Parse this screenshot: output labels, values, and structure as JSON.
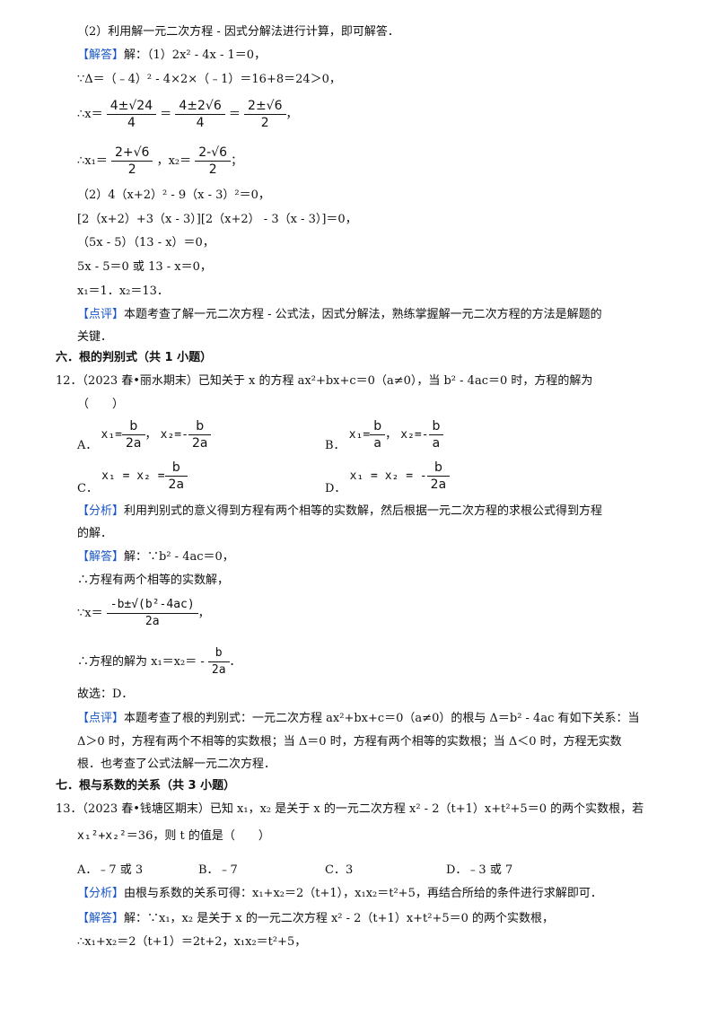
{
  "lines": {
    "l1": "（2）利用解一元二次方程 - 因式分解法进行计算，即可解答．",
    "jieda_tag": "【解答】",
    "dianping_tag": "【点评】",
    "fenxi_tag": "【分析】",
    "jie": "解：",
    "p1_eq": "（1）2x² - 4x - 1＝0，",
    "p1_delta": "∵Δ＝（﹣4）² - 4×2×（﹣1）＝16+8＝24＞0，",
    "p1_x_prefix": "∴x＝",
    "p1_f1_num": "4±√24",
    "p1_f1_den": "4",
    "p1_f2_num": "4±2√6",
    "p1_f2_den": "4",
    "p1_f3_num": "2±√6",
    "p1_f3_den": "2",
    "p1_roots_prefix": "∴x₁＝",
    "p1_r1_num": "2+√6",
    "p1_r1_den": "2",
    "p1_roots_mid": "，x₂＝",
    "p1_r2_num": "2-√6",
    "p1_r2_den": "2",
    "p2_eq": "（2）4（x+2）² - 9（x - 3）²＝0，",
    "p2_fact": "[2（x+2）+3（x - 3）][2（x+2） - 3（x - 3）]＝0，",
    "p2_prod": "（5x - 5）（13 - x）＝0，",
    "p2_split": "5x - 5＝0 或 13 - x＝0，",
    "p2_sol": "x₁＝1．x₂＝13．",
    "c1_text": "本题考查了解一元二次方程 - 公式法，因式分解法，熟练掌握解一元二次方程的方法是解题的",
    "c1_text2": "关键．",
    "sec6": "六．根的判别式（共 1 小题）",
    "q12_a": "12．（2023 春•丽水期末）已知关于 x 的方程 ax²+bx+c＝0（a≠0），当 b² - 4ac＝0 时，方程的解为",
    "q12_b": "（　　）",
    "optA_label": "A．",
    "optB_label": "B．",
    "optC_label": "C．",
    "optD_label": "D．",
    "fx12": "利用判别式的意义得到方程有两个相等的实数解，然后根据一元二次方程的求根公式得到方程",
    "fx12_2": "的解．",
    "j12_1": "解：∵b² - 4ac＝0，",
    "j12_2": "∴方程有两个相等的实数解，",
    "j12_3_prefix": "∵x＝",
    "j12_3_num": "-b±√(b²-4ac)",
    "j12_3_den": "2a",
    "j12_4_prefix": "∴方程的解为 x₁＝x₂＝ -",
    "j12_4_num": "b",
    "j12_4_den": "2a",
    "j12_5": "故选：D．",
    "dp12_1": "本题考查了根的判别式：一元二次方程 ax²+bx+c＝0（a≠0）的根与 Δ＝b² - 4ac 有如下关系：当",
    "dp12_2": "Δ＞0 时，方程有两个不相等的实数根；当 Δ＝0 时，方程有两个相等的实数根；当 Δ＜0 时，方程无实数",
    "dp12_3": "根．也考查了公式法解一元二次方程．",
    "sec7": "七．根与系数的关系（共 3 小题）",
    "q13_a": "13．（2023 春•钱塘区期末）已知 x₁，x₂ 是关于 x 的一元二次方程 x² - 2（t+1）x+t²+5＝0 的两个实数根，若",
    "q13_b_expr": "x₁²+x₂²",
    "q13_b": "＝36，则 t 的值是（　　）",
    "q13_optA": "A．﹣7 或 3",
    "q13_optB": "B．﹣7",
    "q13_optC": "C．3",
    "q13_optD": "D．﹣3 或 7",
    "fx13": "由根与系数的关系可得：x₁+x₂＝2（t+1），x₁x₂＝t²+5，再结合所给的条件进行求解即可．",
    "j13_1": "解：∵x₁，x₂ 是关于 x 的一元二次方程 x² - 2（t+1）x+t²+5＝0 的两个实数根，",
    "j13_2": "∴x₁+x₂＝2（t+1）＝2t+2，x₁x₂＝t²+5，"
  },
  "options12": {
    "A": {
      "x1_num": "b",
      "x1_den": "2a",
      "x2_num": "b",
      "x2_den": "2a",
      "x1_prefix": "x₁=",
      "x2_prefix": "x₂=-"
    },
    "B": {
      "x1_num": "b",
      "x1_den": "a",
      "x2_num": "b",
      "x2_den": "a",
      "x1_prefix": "x₁=",
      "x2_prefix": "x₂=-"
    },
    "C": {
      "num": "b",
      "den": "2a",
      "prefix": "x₁ = x₂ ="
    },
    "D": {
      "num": "b",
      "den": "2a",
      "prefix": "x₁ = x₂ = -"
    }
  }
}
